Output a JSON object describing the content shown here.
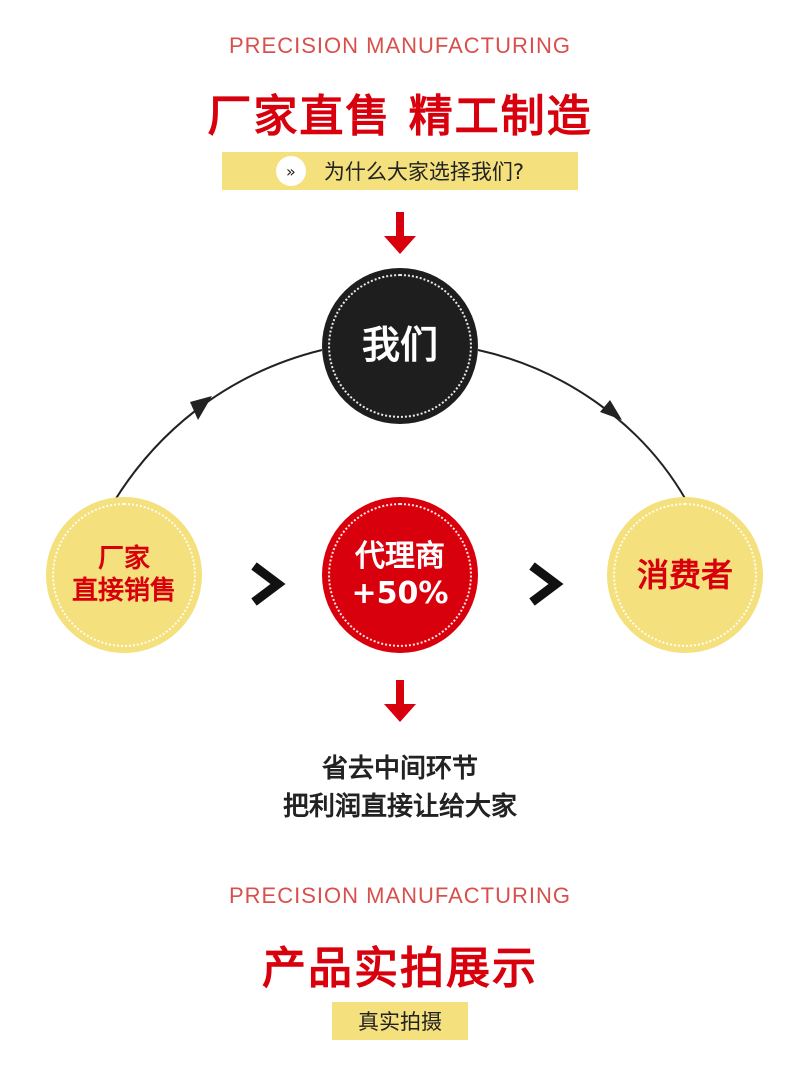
{
  "section1": {
    "eyebrow": "PRECISION MANUFACTURING",
    "headline": "厂家直售  精工制造",
    "pill_icon": "double-chevron-right-icon",
    "pill_text": "为什么大家选择我们?"
  },
  "diagram": {
    "center_top": "我们",
    "left_line1": "厂家",
    "left_line2": "直接销售",
    "middle_line1": "代理商",
    "middle_line2": "+50%",
    "right": "消费者",
    "note_line1": "省去中间环节",
    "note_line2": "把利润直接让给大家"
  },
  "section2": {
    "eyebrow": "PRECISION MANUFACTURING",
    "headline": "产品实拍展示",
    "pill_text": "真实拍摄"
  },
  "colors": {
    "red": "#d8000c",
    "eyebrow": "#d8504c",
    "yellow": "#f4e07c",
    "dark": "#222222"
  }
}
